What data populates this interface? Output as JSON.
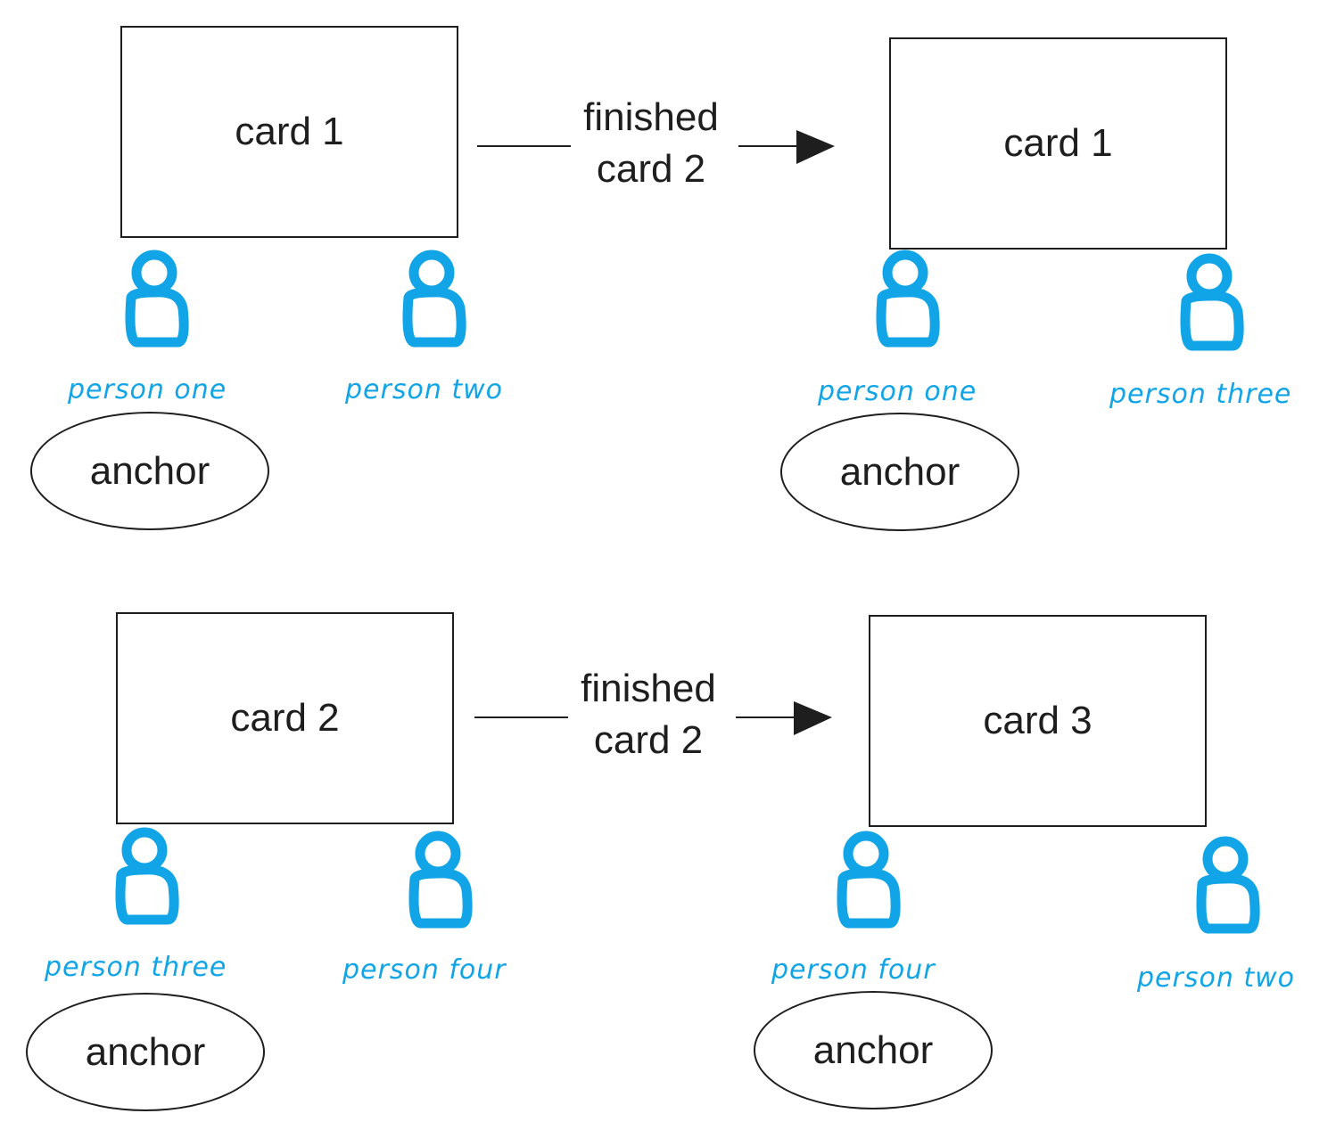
{
  "panels": [
    {
      "card": "card 1",
      "people": [
        "person one",
        "person two"
      ],
      "anchor": "anchor"
    },
    {
      "card": "card 1",
      "people": [
        "person one",
        "person three"
      ],
      "anchor": "anchor"
    },
    {
      "card": "card 2",
      "people": [
        "person three",
        "person four"
      ],
      "anchor": "anchor"
    },
    {
      "card": "card 3",
      "people": [
        "person four",
        "person two"
      ],
      "anchor": "anchor"
    }
  ],
  "transitions": [
    {
      "line1": "finished",
      "line2": "card 2"
    },
    {
      "line1": "finished",
      "line2": "card 2"
    }
  ],
  "colors": {
    "stroke": "#1e1e1e",
    "person": "#11a5e8"
  },
  "icons": {
    "person": "person-icon",
    "arrow": "arrow-right-icon"
  }
}
